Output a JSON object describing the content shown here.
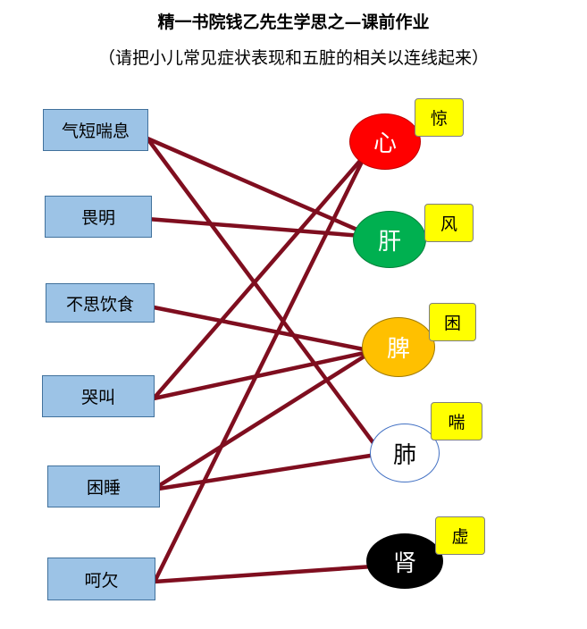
{
  "title": "精一书院钱乙先生学思之—课前作业",
  "subtitle": "（请把小儿常见症状表现和五脏的相关以连线起来）",
  "symptoms": [
    "气短喘息",
    "畏明",
    "不思饮食",
    "哭叫",
    "困睡",
    "呵欠"
  ],
  "organs": [
    {
      "label": "心",
      "tag": "惊",
      "color": "#ff0000",
      "text_color": "#ffffff"
    },
    {
      "label": "肝",
      "tag": "风",
      "color": "#00b050",
      "text_color": "#ffffff"
    },
    {
      "label": "脾",
      "tag": "困",
      "color": "#ffc000",
      "text_color": "#ffffff"
    },
    {
      "label": "肺",
      "tag": "喘",
      "color": "#ffffff",
      "text_color": "#000000"
    },
    {
      "label": "肾",
      "tag": "虚",
      "color": "#000000",
      "text_color": "#ffffff"
    }
  ],
  "connections": [
    {
      "symptom": 0,
      "organ": 1
    },
    {
      "symptom": 0,
      "organ": 3
    },
    {
      "symptom": 1,
      "organ": 1
    },
    {
      "symptom": 2,
      "organ": 2
    },
    {
      "symptom": 3,
      "organ": 0
    },
    {
      "symptom": 3,
      "organ": 2
    },
    {
      "symptom": 4,
      "organ": 2
    },
    {
      "symptom": 4,
      "organ": 3
    },
    {
      "symptom": 5,
      "organ": 0
    },
    {
      "symptom": 5,
      "organ": 4
    }
  ],
  "line_color": "#7f0e1f"
}
